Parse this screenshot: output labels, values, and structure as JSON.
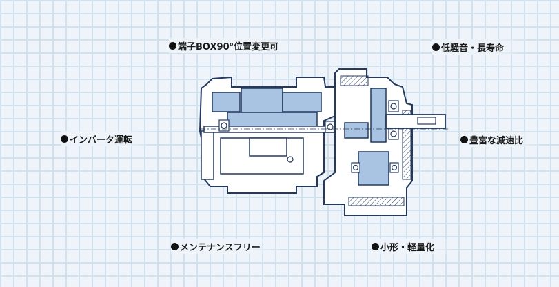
{
  "features": {
    "terminal_box": "端子BOX90°位置変更可",
    "low_noise": "低騒音・長寿命",
    "inverter": "インバータ運転",
    "ratios": "豊富な減速比",
    "maintenance": "メンテナンスフリー",
    "compact": "小形・軽量化"
  },
  "colors": {
    "outline": "#23395f",
    "fill": "#ffffff",
    "accent": "#a9c3e2",
    "background": "#eef4f9"
  }
}
